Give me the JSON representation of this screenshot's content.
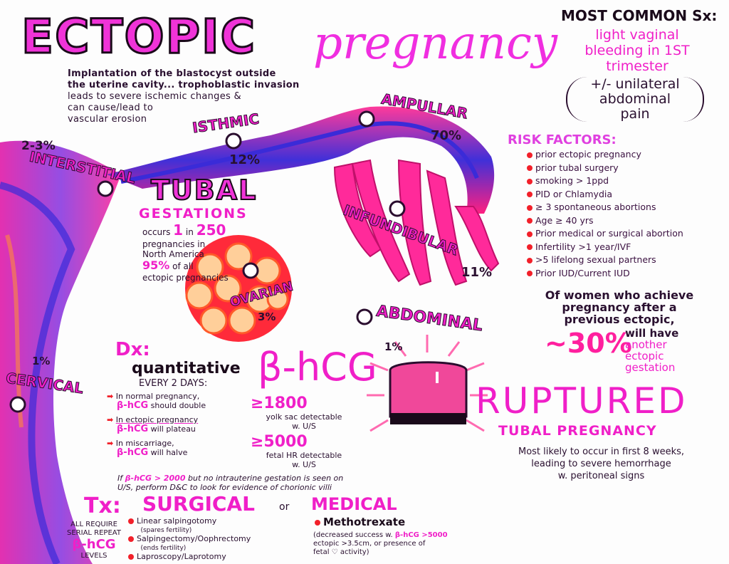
{
  "title": {
    "word1": "ECTOPIC",
    "word2": "pregnancy"
  },
  "intro": {
    "line1": "Implantation of the blastocyst outside",
    "line2": "the uterine cavity... trophoblastic invasion",
    "line3": "leads to severe ischemic changes &",
    "line4": "can cause/lead to",
    "line5": "vascular erosion"
  },
  "symptoms": {
    "heading": "MOST COMMON Sx:",
    "primary": [
      "light vaginal",
      "bleeding in 1ST",
      "trimester"
    ],
    "secondary": [
      "+/- unilateral",
      "abdominal",
      "pain"
    ]
  },
  "sites": {
    "interstitial": {
      "label": "INTERSTITIAL",
      "pct": "2-3%"
    },
    "isthmic": {
      "label": "ISTHMIC",
      "pct": "12%"
    },
    "ampullar": {
      "label": "AMPULLAR",
      "pct": "70%"
    },
    "infundibular": {
      "label": "INFUNDIBULAR",
      "pct": "11%"
    },
    "ovarian": {
      "label": "OVARIAN",
      "pct": "3%"
    },
    "abdominal": {
      "label": "ABDOMINAL",
      "pct": "1%"
    },
    "cervical": {
      "label": "CERVICAL",
      "pct": "1%"
    }
  },
  "tubal": {
    "heading": "TUBAL",
    "sub": "GESTATIONS",
    "occurs": "occurs",
    "one": "1",
    "in": "in",
    "num": "250",
    "rest1": "pregnancies in",
    "rest2": "North America",
    "pct": "95%",
    "pct_text": "of all",
    "pct_text2": "ectopic pregnancies"
  },
  "risk_factors": {
    "heading": "RISK FACTORS:",
    "items": [
      "prior ectopic pregnancy",
      "prior tubal surgery",
      "smoking > 1ppd",
      "PID or Chlamydia",
      "≥ 3 spontaneous abortions",
      "Age ≥ 40 yrs",
      "Prior medical or surgical abortion",
      "Infertility >1 year/IVF",
      ">5 lifelong sexual partners",
      "Prior IUD/Current IUD"
    ]
  },
  "recurrence": {
    "line1": "Of women who achieve",
    "line2": "pregnancy after a",
    "line3": "previous ectopic,",
    "pct": "~30%",
    "line4": "will have",
    "line5": "another",
    "line6": "ectopic",
    "line7": "gestation"
  },
  "dx": {
    "heading": "Dx:",
    "quant": "quantitative",
    "every": "EVERY 2 DAYS:",
    "bhcg": "β-hCG",
    "items": [
      {
        "l1": "In normal pregnancy,",
        "hcg": "β-hCG",
        "l2": "should double"
      },
      {
        "l1": "In ectopic pregnancy",
        "hcg": "β-hCG",
        "l2": "will plateau"
      },
      {
        "l1": "In miscarriage,",
        "hcg": "β-hCG",
        "l2": "will halve"
      }
    ],
    "t1": {
      "value": "≥1800",
      "l1": "yolk sac detectable",
      "l2": "w. U/S"
    },
    "t2": {
      "value": "≥5000",
      "l1": "fetal HR detectable",
      "l2": "w. U/S"
    },
    "note_if": "If",
    "note_hcg": "β-hCG > 2000",
    "note1": "but no intrauterine gestation is seen on",
    "note2": "U/S, perform D&C to look for evidence of chorionic villi"
  },
  "ruptured": {
    "heading": "RUPTURED",
    "sub": "TUBAL PREGNANCY",
    "l1": "Most likely to occur in first 8 weeks,",
    "l2": "leading to severe hemorrhage",
    "l3": "w. peritoneal signs"
  },
  "tx": {
    "heading": "Tx:",
    "note1": "ALL REQUIRE",
    "note2": "SERIAL REPEAT",
    "note_hcg": "β-hCG",
    "note3": "LEVELS",
    "surgical": "SURGICAL",
    "or": "or",
    "surgical_items": [
      {
        "main": "Linear salpingotomy",
        "sub": "(spares fertility)"
      },
      {
        "main": "Salpingectomy/Oophrectomy",
        "sub": "(ends fertility)"
      },
      {
        "main": "Laproscopy/Laprotomy",
        "sub": ""
      }
    ],
    "medical": "MEDICAL",
    "medical_item": "Methotrexate",
    "medical_note1": "(decreased success w.",
    "medical_note_hcg": "β-hCG >5000",
    "medical_note2": "ectopic >3.5cm, or presence of",
    "medical_note3": "fetal ♡ activity)"
  },
  "colors": {
    "magenta": "#f01fc8",
    "hot_pink": "#ff1f9e",
    "red": "#f2202a",
    "blue": "#3a2bd8",
    "ink": "#2a0d2e"
  }
}
